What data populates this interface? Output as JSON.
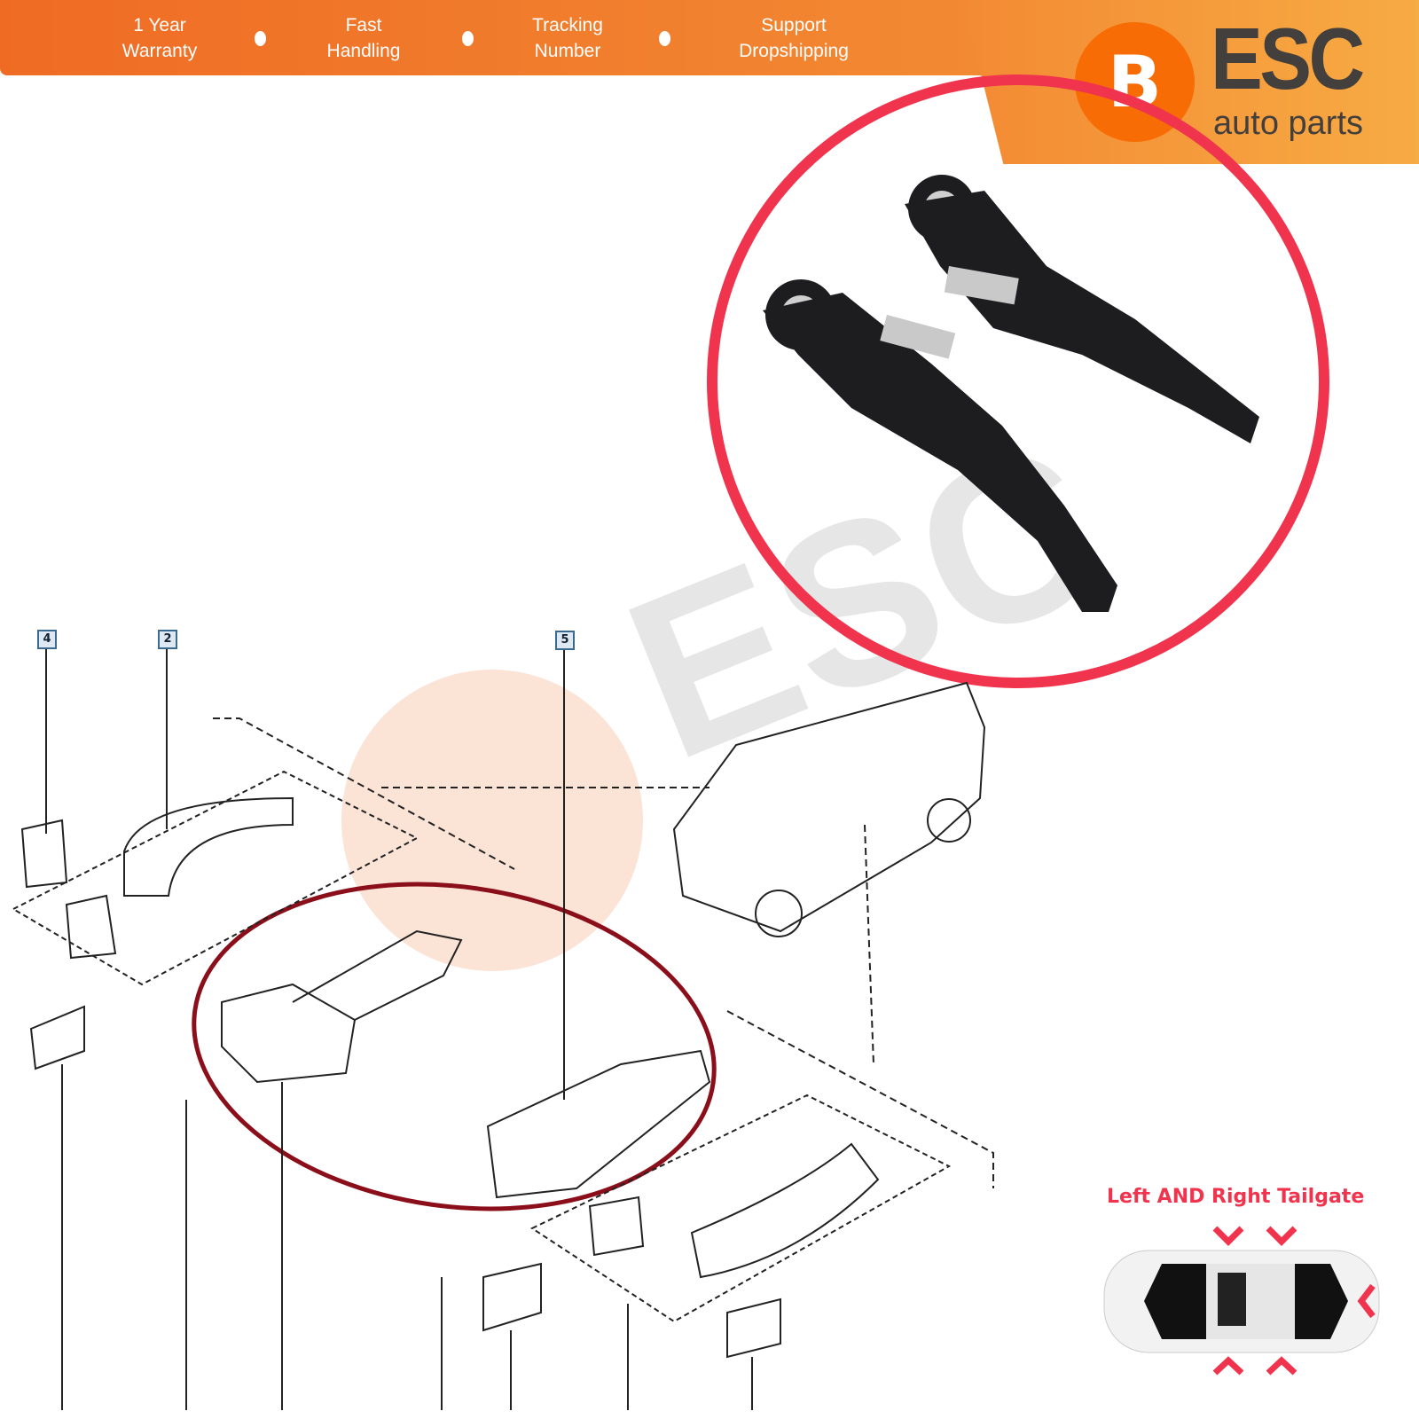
{
  "banner": {
    "features": [
      {
        "line1": "1 Year",
        "line2": "Warranty"
      },
      {
        "line1": "Fast",
        "line2": "Handling"
      },
      {
        "line1": "Tracking",
        "line2": "Number"
      },
      {
        "line1": "Support",
        "line2": "Dropshipping"
      }
    ]
  },
  "logo": {
    "badge": "B",
    "brand": "ESC",
    "tagline": "auto parts"
  },
  "diagram": {
    "callouts": [
      "4",
      "2",
      "5"
    ]
  },
  "tailgate": {
    "title": "Left AND Right Tailgate"
  },
  "colors": {
    "orange": "#ef6b24",
    "highlight_red": "#f0344e",
    "diagram_circle": "#8b0f1a",
    "logo_dark": "#433f3c"
  }
}
